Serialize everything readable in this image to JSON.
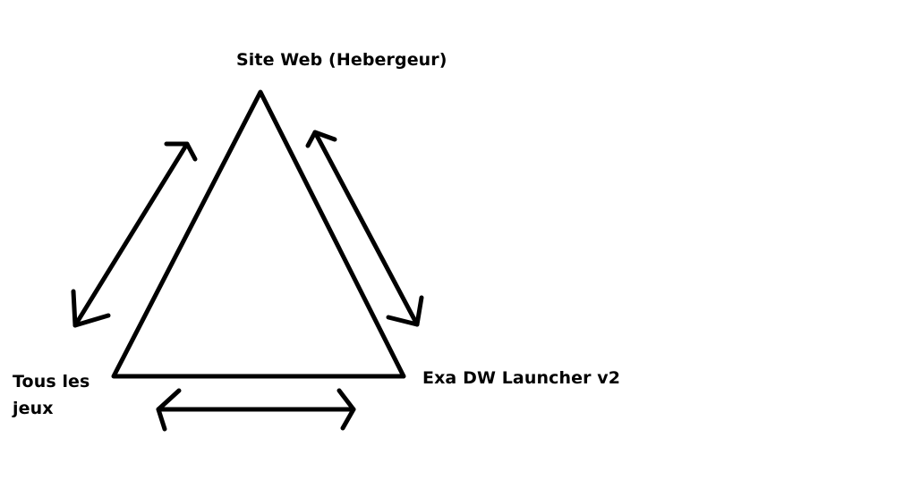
{
  "diagram": {
    "nodes": {
      "top": {
        "label": "Site Web (Hebergeur)"
      },
      "right": {
        "label": "Exa DW Launcher v2"
      },
      "left": {
        "label_line1": "Tous les",
        "label_line2": "jeux"
      }
    },
    "edges": [
      {
        "from": "left",
        "to": "top",
        "direction": "bidirectional"
      },
      {
        "from": "top",
        "to": "right",
        "direction": "bidirectional"
      },
      {
        "from": "left",
        "to": "right",
        "direction": "bidirectional"
      }
    ],
    "colors": {
      "stroke": "#000000",
      "background": "#ffffff"
    }
  }
}
